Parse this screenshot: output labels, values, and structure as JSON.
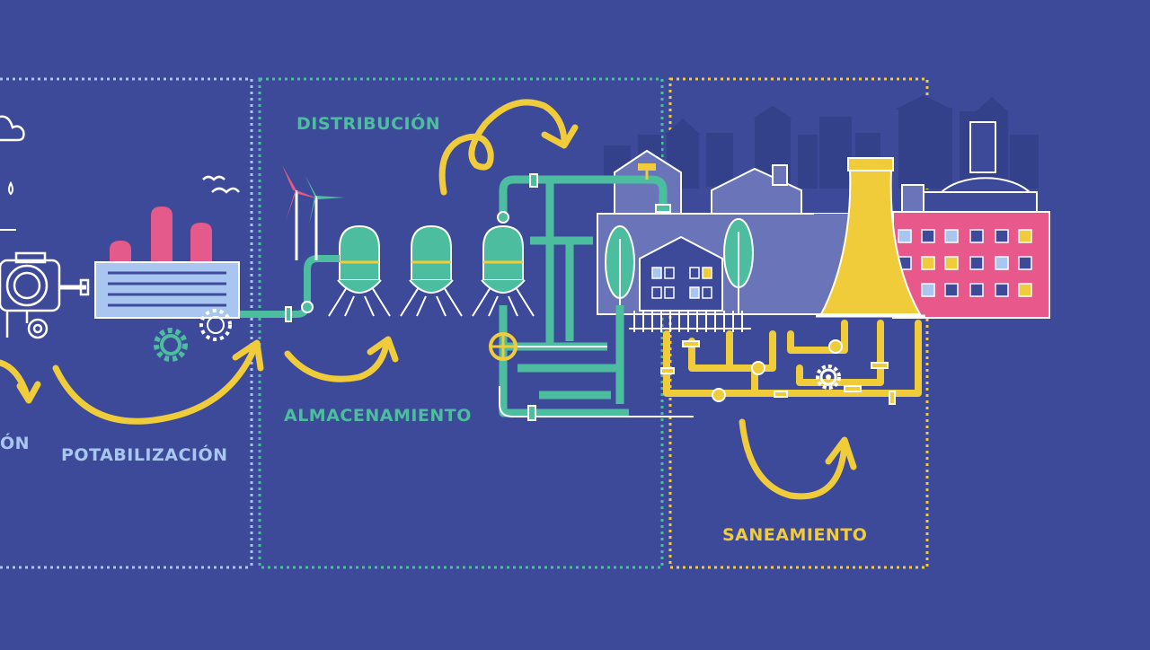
{
  "stages": {
    "captacion": {
      "label": "ÓN"
    },
    "potabilizacion": {
      "label": "POTABILIZACIÓN"
    },
    "distribucion": {
      "label": "DISTRIBUCIÓN"
    },
    "almacenamiento": {
      "label": "ALMACENAMIENTO"
    },
    "saneamiento": {
      "label": "SANEAMIENTO"
    }
  },
  "colors": {
    "background": "#3d4a99",
    "potabilizacion_accent": "#a9c6f0",
    "distribucion_accent": "#4dbd9f",
    "saneamiento_accent": "#f0cc3a",
    "tank_pink": "#e45a8a",
    "building_pink": "#e8588a",
    "skyline_dark": "#33418a",
    "building_lavender": "#6a74b8",
    "white_line": "#ffffff"
  },
  "icons": [
    "cloud-icon",
    "water-drop-icon",
    "pump-icon",
    "gear-icon",
    "bird-icon",
    "wind-turbine-icon",
    "storage-tank-icon",
    "valve-wheel-icon",
    "tree-icon",
    "house-icon",
    "cooling-tower-icon",
    "factory-icon",
    "arrow-icon"
  ]
}
